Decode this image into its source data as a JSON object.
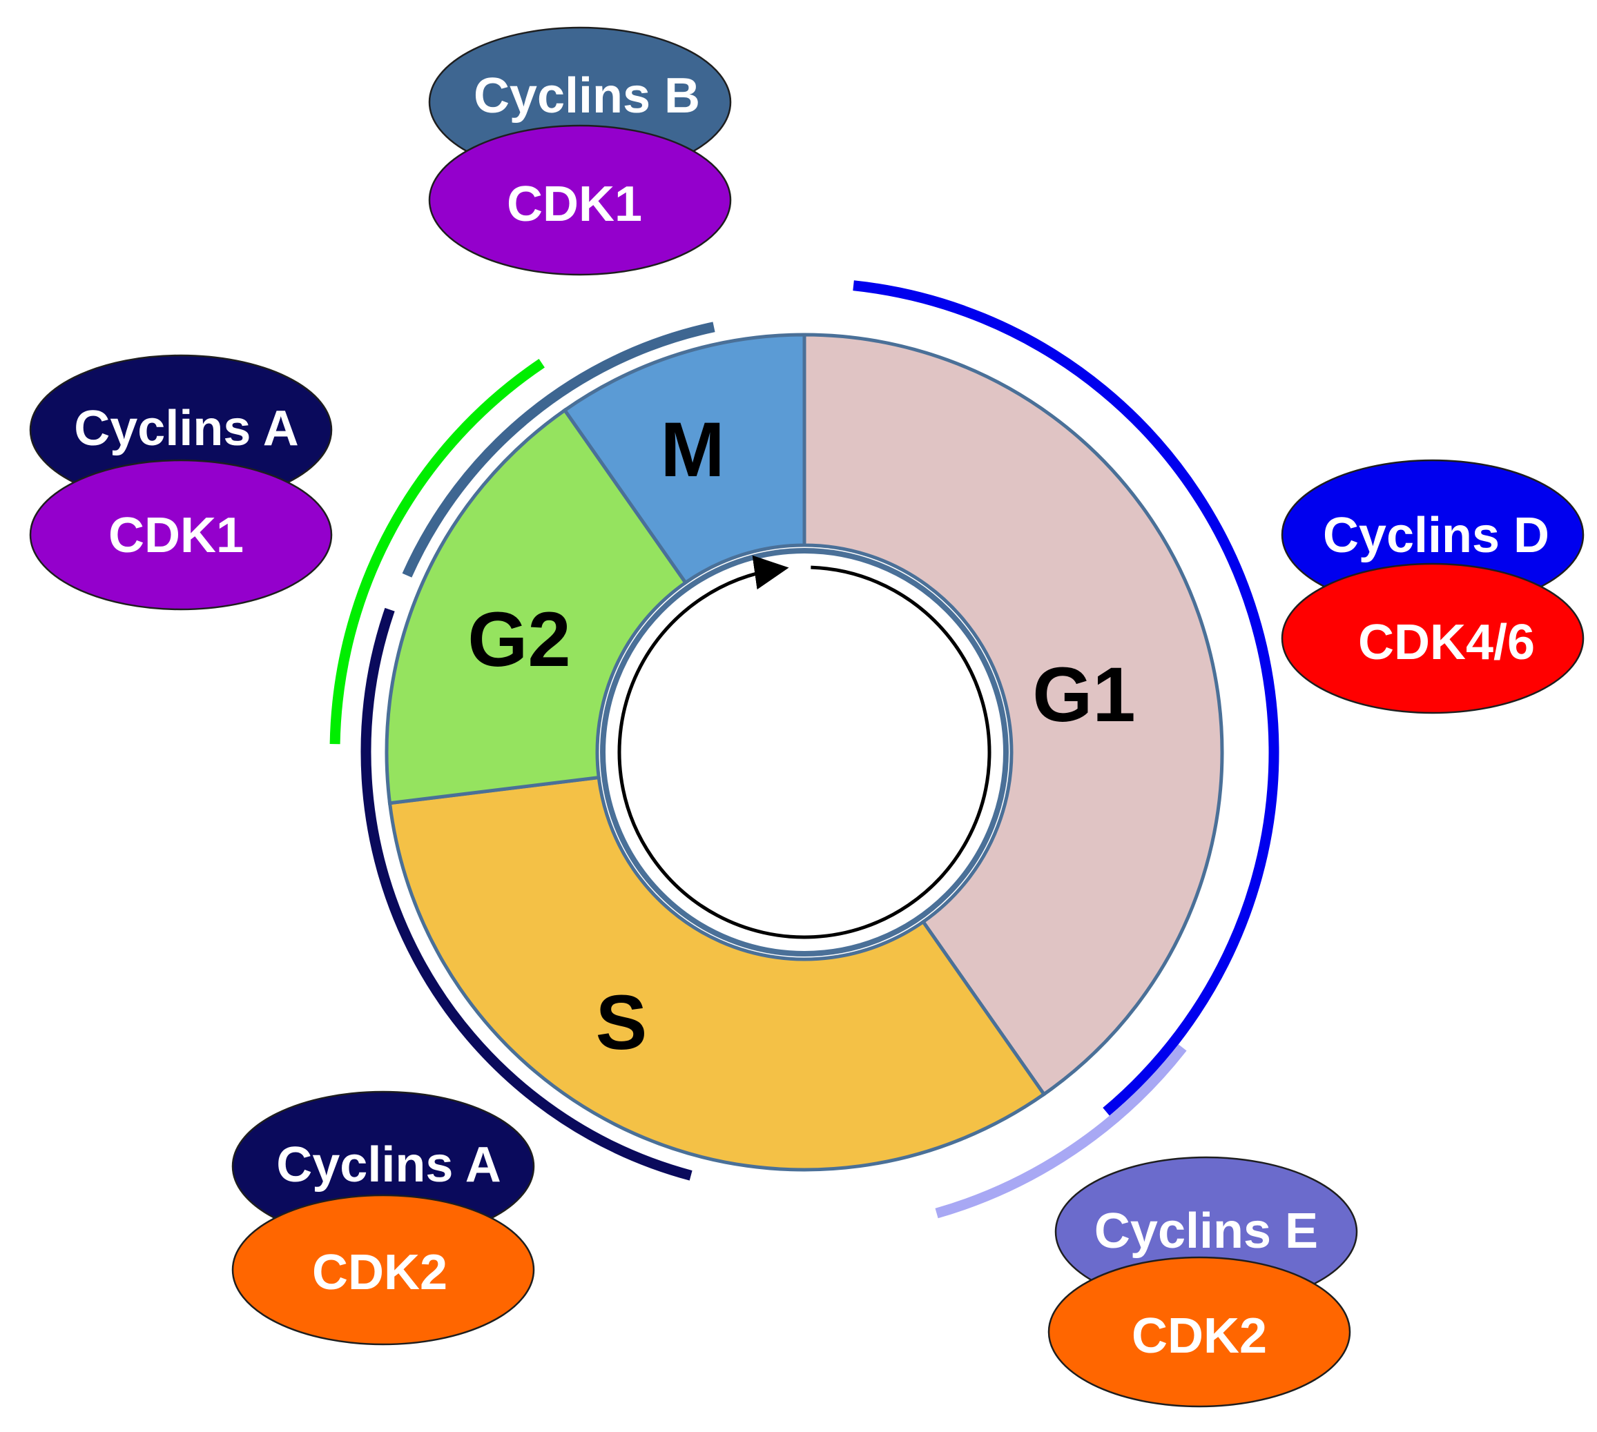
{
  "phases": [
    {
      "id": "g1",
      "label": "G1",
      "color": "#e0c4c4"
    },
    {
      "id": "s",
      "label": "S",
      "color": "#f4c146"
    },
    {
      "id": "g2",
      "label": "G2",
      "color": "#95e35f"
    },
    {
      "id": "m",
      "label": "M",
      "color": "#5b9bd5"
    }
  ],
  "complexes": [
    {
      "id": "b-cdk1",
      "cyclin": "Cyclins B",
      "cdk": "CDK1",
      "cyclin_color": "#3e6691",
      "cdk_color": "#9400cc"
    },
    {
      "id": "a-cdk1",
      "cyclin": "Cyclins A",
      "cdk": "CDK1",
      "cyclin_color": "#0a0a5c",
      "cdk_color": "#9400cc"
    },
    {
      "id": "d-cdk46",
      "cyclin": "Cyclins D",
      "cdk": "CDK4/6",
      "cyclin_color": "#0000ee",
      "cdk_color": "#ff0000"
    },
    {
      "id": "a-cdk2",
      "cyclin": "Cyclins A",
      "cdk": "CDK2",
      "cyclin_color": "#0a0a5c",
      "cdk_color": "#ff6600"
    },
    {
      "id": "e-cdk2",
      "cyclin": "Cyclins E",
      "cdk": "CDK2",
      "cyclin_color": "#6b6bcc",
      "cdk_color": "#ff6600"
    }
  ],
  "activity_arcs": [
    {
      "id": "cyclin-b-arc",
      "color": "#3e6691"
    },
    {
      "id": "cyclin-a-arc",
      "color": "#00ee00"
    },
    {
      "id": "cyclin-d-arc",
      "color": "#0000ee"
    },
    {
      "id": "cyclin-a2-arc",
      "color": "#0a0a5c"
    },
    {
      "id": "cyclin-e-arc",
      "color": "#a8a8f4"
    }
  ],
  "cycle_arrow_color": "#000000",
  "ring_outline_color": "#4a7098"
}
